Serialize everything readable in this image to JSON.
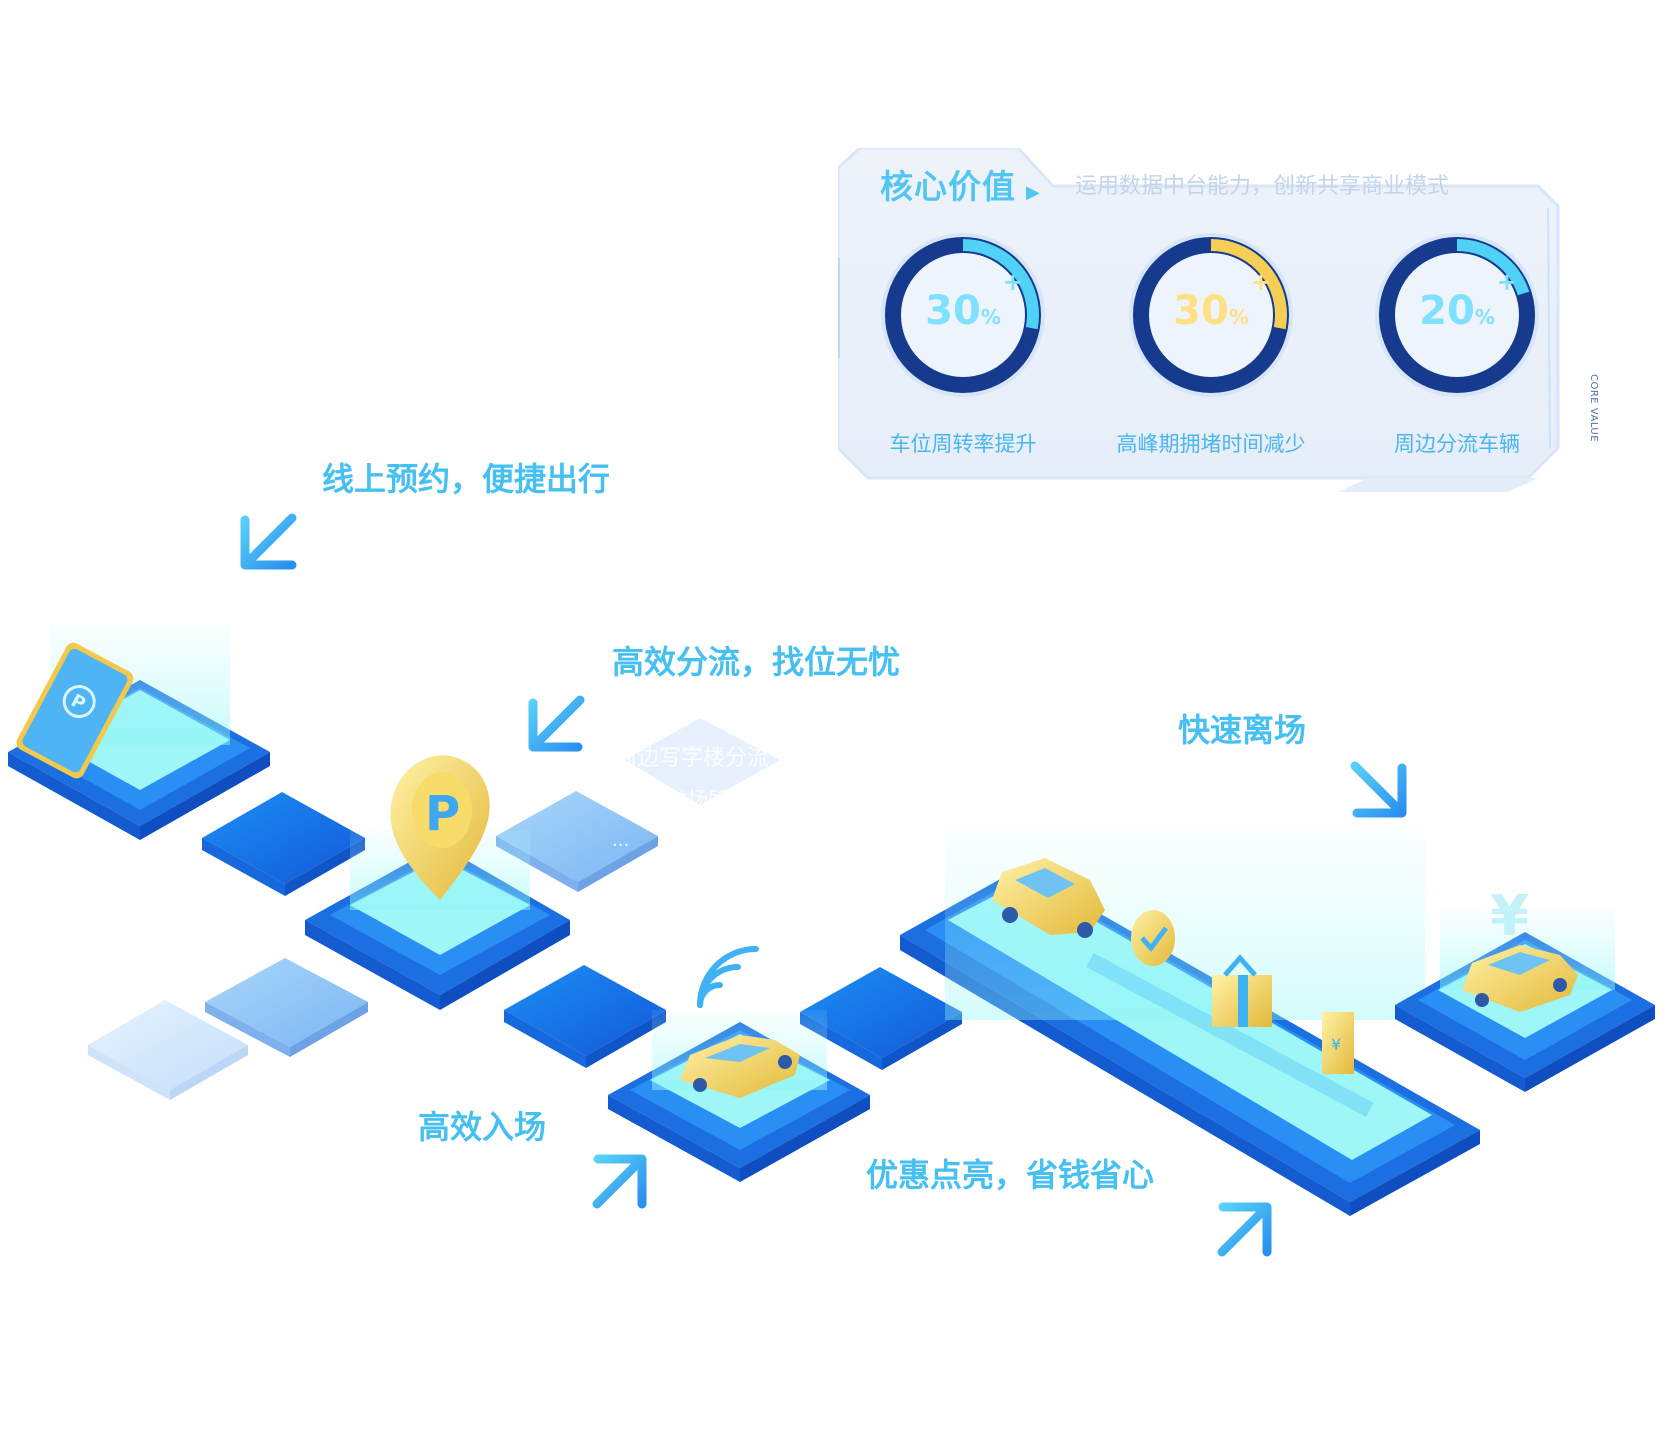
{
  "core_value": {
    "title": "核心价值",
    "subtitle": "运用数据中台能力，创新共享商业模式",
    "side_tag": "CORE VALUE",
    "metrics": [
      {
        "value": "30",
        "unit": "%",
        "plus": "+",
        "fraction": 0.28,
        "color": "#4fd2f5",
        "label": "车位周转率提升"
      },
      {
        "value": "30",
        "unit": "%",
        "plus": "+",
        "fraction": 0.28,
        "color": "#f5cf55",
        "label": "高峰期拥堵时间减少"
      },
      {
        "value": "20",
        "unit": "%",
        "plus": "+",
        "fraction": 0.2,
        "color": "#4fd2f5",
        "label": "周边分流车辆"
      }
    ]
  },
  "flow": {
    "step1": "线上预约，便捷出行",
    "step2": "高效分流，找位无忧",
    "step2_details": [
      "周边写字楼分流",
      "公共场所",
      "..."
    ],
    "step3": "高效入场",
    "step4": "优惠点亮，省钱省心",
    "step5": "快速离场",
    "currency_symbol": "¥"
  },
  "colors": {
    "accent": "#46c0f1",
    "platform_dark": "#1d63e0",
    "platform_light": "#8ef5f7",
    "gold": "#f2c94c",
    "ring_dark": "#153a8e"
  }
}
